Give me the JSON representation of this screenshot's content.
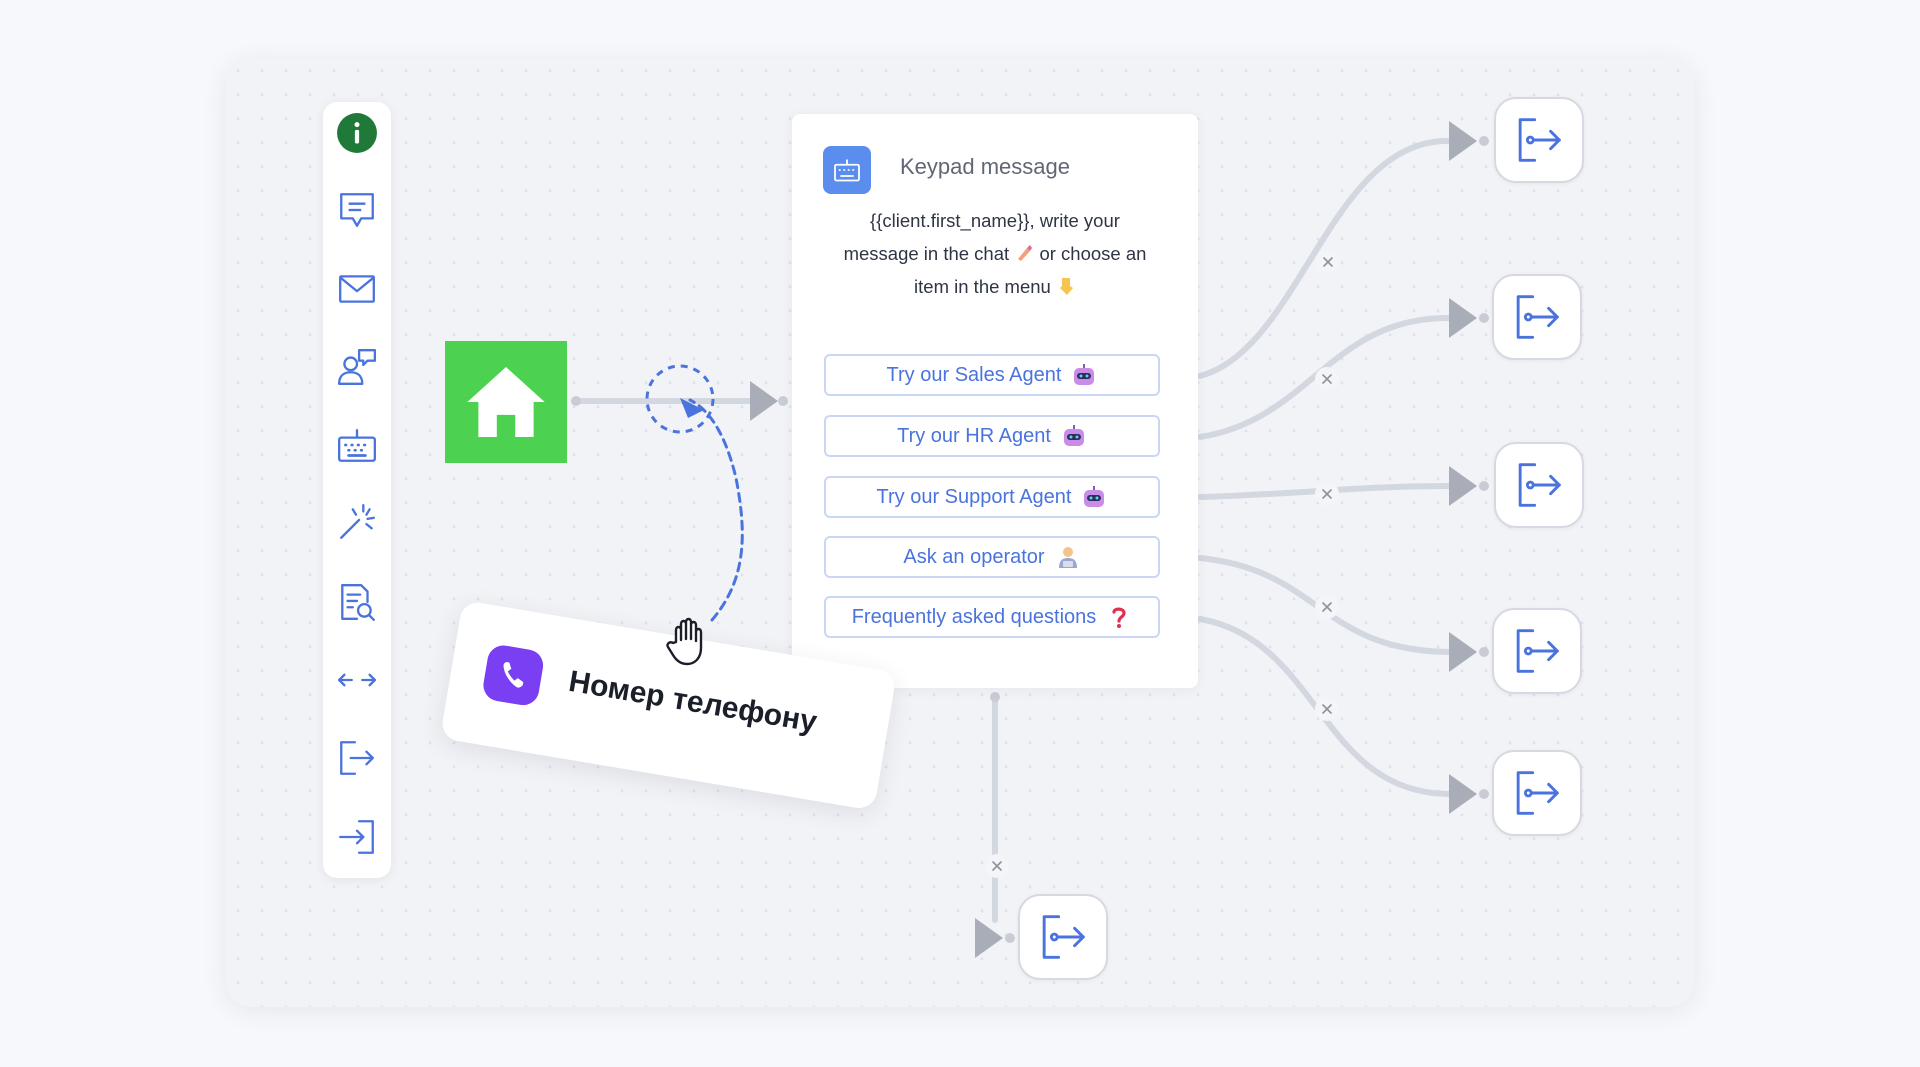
{
  "toolbar": {
    "items": [
      {
        "name": "info-icon"
      },
      {
        "name": "message-icon"
      },
      {
        "name": "mail-icon"
      },
      {
        "name": "operator-icon"
      },
      {
        "name": "keypad-icon"
      },
      {
        "name": "magic-wand-icon"
      },
      {
        "name": "document-search-icon"
      },
      {
        "name": "transfer-icon"
      },
      {
        "name": "exit-icon"
      },
      {
        "name": "entry-icon"
      }
    ],
    "info_color": "#1f7a3a",
    "icon_color": "#4a73dd"
  },
  "start_node": {
    "icon": "home-icon",
    "color": "#4cd250"
  },
  "keypad": {
    "title": "Keypad message",
    "message": {
      "line1": "{{client.first_name}}, write your",
      "line2a": "message in the chat",
      "line2b": "or choose an",
      "line3": "item in the menu"
    },
    "buttons": [
      {
        "label": "Try our Sales Agent",
        "emoji": "robot-icon"
      },
      {
        "label": "Try our HR Agent",
        "emoji": "robot-icon"
      },
      {
        "label": "Try our Support Agent",
        "emoji": "robot-icon"
      },
      {
        "label": "Ask an operator",
        "emoji": "operator-person-icon"
      },
      {
        "label": "Frequently asked questions",
        "emoji": "question-mark-icon"
      }
    ]
  },
  "drag_preview": {
    "label": "Номер телефону",
    "icon": "viber-phone-icon",
    "icon_color": "#7a3ff2"
  },
  "colors": {
    "accent": "#4a73dd",
    "connector": "#d3d7e0",
    "arrow": "#a9adb7",
    "dashed_link": "#4a73dd"
  }
}
